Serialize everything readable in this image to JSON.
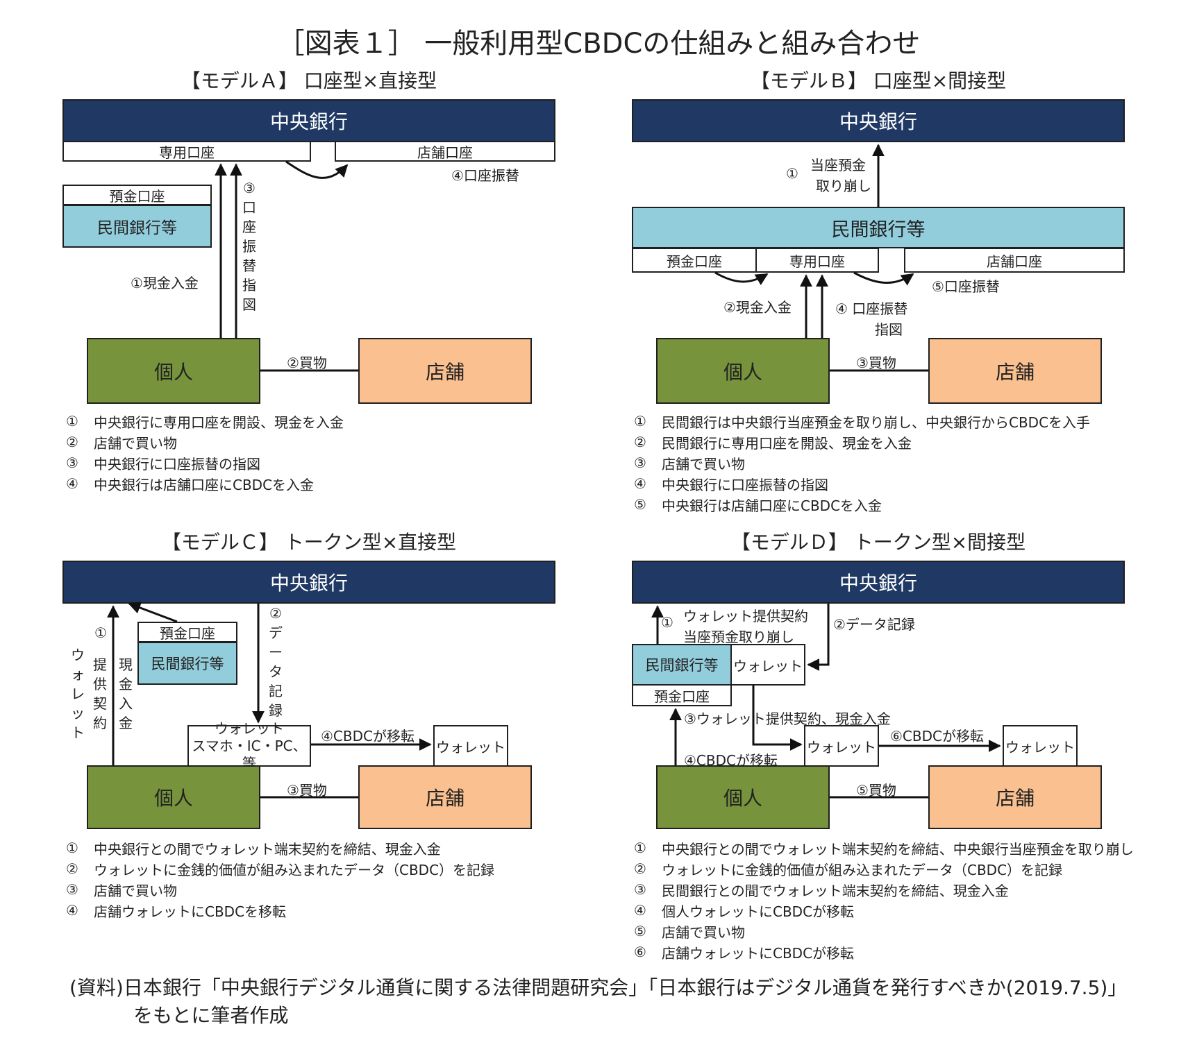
{
  "title": "［図表１］ 一般利用型CBDCの仕組みと組み合わせ",
  "colors": {
    "central_bank": "#1f3864",
    "private_bank": "#92cddc",
    "individual": "#77933c",
    "shop": "#fac090"
  },
  "modelA": {
    "title": "【モデルＡ】 口座型×直接型",
    "central_bank": "中央銀行",
    "dedicated_account": "専用口座",
    "shop_account": "店舗口座",
    "deposit_account": "預金口座",
    "private_bank": "民間銀行等",
    "individual": "個人",
    "shop": "店舗",
    "cash_deposit": "①現金入金",
    "transfer_instr_vertical": [
      "③",
      "口",
      "座",
      "振",
      "替",
      "指",
      "図"
    ],
    "purchase": "②買物",
    "transfer": "④口座振替",
    "notes": [
      {
        "num": "①",
        "text": "中央銀行に専用口座を開設、現金を入金"
      },
      {
        "num": "②",
        "text": "店舗で買い物"
      },
      {
        "num": "③",
        "text": "中央銀行に口座振替の指図"
      },
      {
        "num": "④",
        "text": "中央銀行は店舗口座にCBDCを入金"
      }
    ]
  },
  "modelB": {
    "title": "【モデルＢ】 口座型×間接型",
    "central_bank": "中央銀行",
    "step1_num": "①",
    "step1_line1": "当座預金",
    "step1_line2": "取り崩し",
    "private_bank": "民間銀行等",
    "deposit_account": "預金口座",
    "dedicated_account": "専用口座",
    "shop_account": "店舗口座",
    "transfer": "⑤口座振替",
    "cash_deposit": "②現金入金",
    "transfer_instr_line1": "④ 口座振替",
    "transfer_instr_line2": "指図",
    "individual": "個人",
    "shop": "店舗",
    "purchase": "③買物",
    "notes": [
      {
        "num": "①",
        "text": "民間銀行は中央銀行当座預金を取り崩し、中央銀行からCBDCを入手"
      },
      {
        "num": "②",
        "text": "民間銀行に専用口座を開設、現金を入金"
      },
      {
        "num": "③",
        "text": "店舗で買い物"
      },
      {
        "num": "④",
        "text": "中央銀行に口座振替の指図"
      },
      {
        "num": "⑤",
        "text": "中央銀行は店舗口座にCBDCを入金"
      }
    ]
  },
  "modelC": {
    "title": "【モデルＣ】 トークン型×直接型",
    "central_bank": "中央銀行",
    "deposit_account": "預金口座",
    "private_bank": "民間銀行等",
    "step1_num": "①",
    "wallet_vertical": [
      "ウ",
      "ォ",
      "レ",
      "ッ",
      "ト"
    ],
    "contract_vertical": [
      "提",
      "供",
      "契",
      "約"
    ],
    "cash_vertical": [
      "現",
      "金",
      "入",
      "金"
    ],
    "data_vertical": [
      "②",
      "デ",
      "ー",
      "タ",
      "記",
      "録"
    ],
    "wallet_line1": "ウォレット",
    "wallet_line2": "スマホ・IC・PC、等",
    "cbdc_transfer": "④CBDCが移転",
    "shop_wallet": "ウォレット",
    "individual": "個人",
    "shop": "店舗",
    "purchase": "③買物",
    "notes": [
      {
        "num": "①",
        "text": "中央銀行との間でウォレット端末契約を締結、現金入金"
      },
      {
        "num": "②",
        "text": "ウォレットに金銭的価値が組み込まれたデータ（CBDC）を記録"
      },
      {
        "num": "③",
        "text": "店舗で買い物"
      },
      {
        "num": "④",
        "text": "店舗ウォレットにCBDCを移転"
      }
    ]
  },
  "modelD": {
    "title": "【モデルＤ】 トークン型×間接型",
    "central_bank": "中央銀行",
    "step1_num": "①",
    "step1_line1": "ウォレット提供契約",
    "step1_line2": "当座預金取り崩し",
    "data_record": "②データ記録",
    "private_bank": "民間銀行等",
    "bank_wallet": "ウォレット",
    "deposit_account": "預金口座",
    "wallet_contract": "③ウォレット提供契約、現金入金",
    "cbdc_transfer4": "④CBDCが移転",
    "individual_wallet": "ウォレット",
    "cbdc_transfer6": "⑥CBDCが移転",
    "shop_wallet": "ウォレット",
    "individual": "個人",
    "shop": "店舗",
    "purchase": "⑤買物",
    "notes": [
      {
        "num": "①",
        "text": "中央銀行との間でウォレット端末契約を締結、中央銀行当座預金を取り崩し"
      },
      {
        "num": "②",
        "text": "ウォレットに金銭的価値が組み込まれたデータ（CBDC）を記録"
      },
      {
        "num": "③",
        "text": "民間銀行との間でウォレット端末契約を締結、現金入金"
      },
      {
        "num": "④",
        "text": "個人ウォレットにCBDCが移転"
      },
      {
        "num": "⑤",
        "text": "店舗で買い物"
      },
      {
        "num": "⑥",
        "text": "店舗ウォレットにCBDCが移転"
      }
    ]
  },
  "source_line1": "(資料)日本銀行「中央銀行デジタル通貨に関する法律問題研究会」「日本銀行はデジタル通貨を発行すべきか(2019.7.5)」",
  "source_line2": "をもとに筆者作成"
}
